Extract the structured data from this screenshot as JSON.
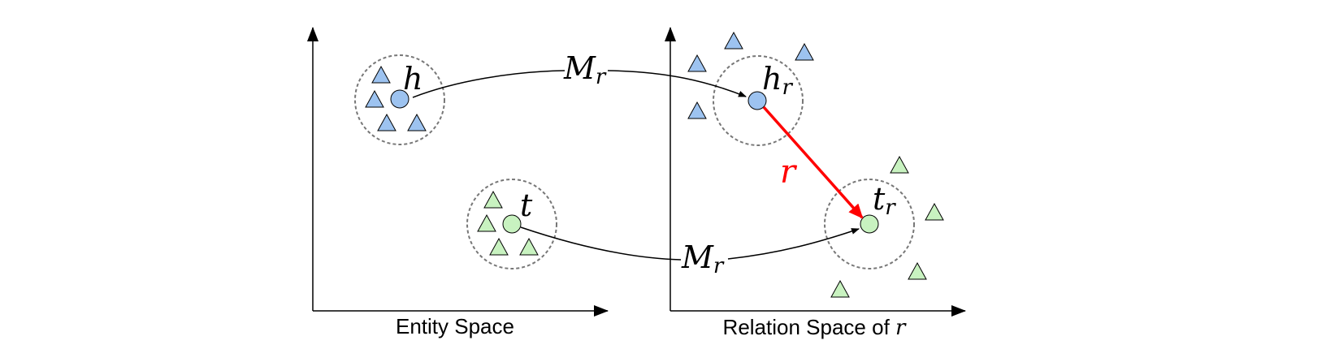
{
  "diagram": {
    "left_panel": {
      "title": "Entity Space",
      "head_label": "h",
      "tail_label": "t"
    },
    "right_panel": {
      "title": "Relation Space of ",
      "title_var": "r",
      "head_label": "h",
      "head_sub": "r",
      "tail_label": "t",
      "tail_sub": "r"
    },
    "projection_top": {
      "label": "M",
      "sub": "r"
    },
    "projection_bottom": {
      "label": "M",
      "sub": "r"
    },
    "relation_arrow": {
      "label": "r",
      "color": "#ff0000"
    },
    "colors": {
      "head_fill": "#9dc3f0",
      "tail_fill": "#c8f2c0",
      "cluster_ring": "#777777",
      "axis": "#000000"
    }
  }
}
